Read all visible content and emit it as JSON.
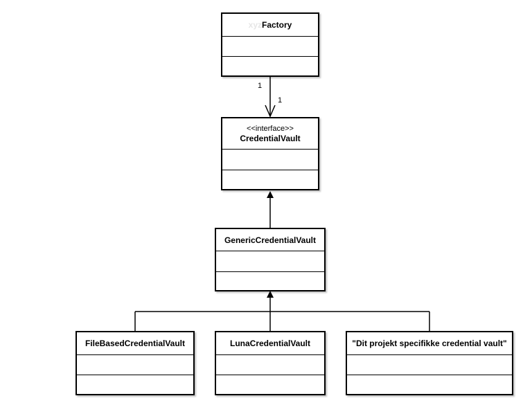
{
  "classes": {
    "factory": {
      "name_prefix": "xyz",
      "name": "Factory"
    },
    "credential_vault": {
      "stereotype": "<<interface>>",
      "name": "CredentialVault"
    },
    "generic_vault": {
      "name": "GenericCredentialVault"
    },
    "file_based_vault": {
      "name": "FileBasedCredentialVault"
    },
    "luna_vault": {
      "name": "LunaCredentialVault"
    },
    "project_vault": {
      "name": "\"Dit projekt specifikke credential vault\""
    }
  },
  "association": {
    "source_multiplicity": "1",
    "target_multiplicity": "1"
  },
  "colors": {
    "line": "#000000",
    "background": "#ffffff",
    "faint_text": "#e6e6e6"
  }
}
